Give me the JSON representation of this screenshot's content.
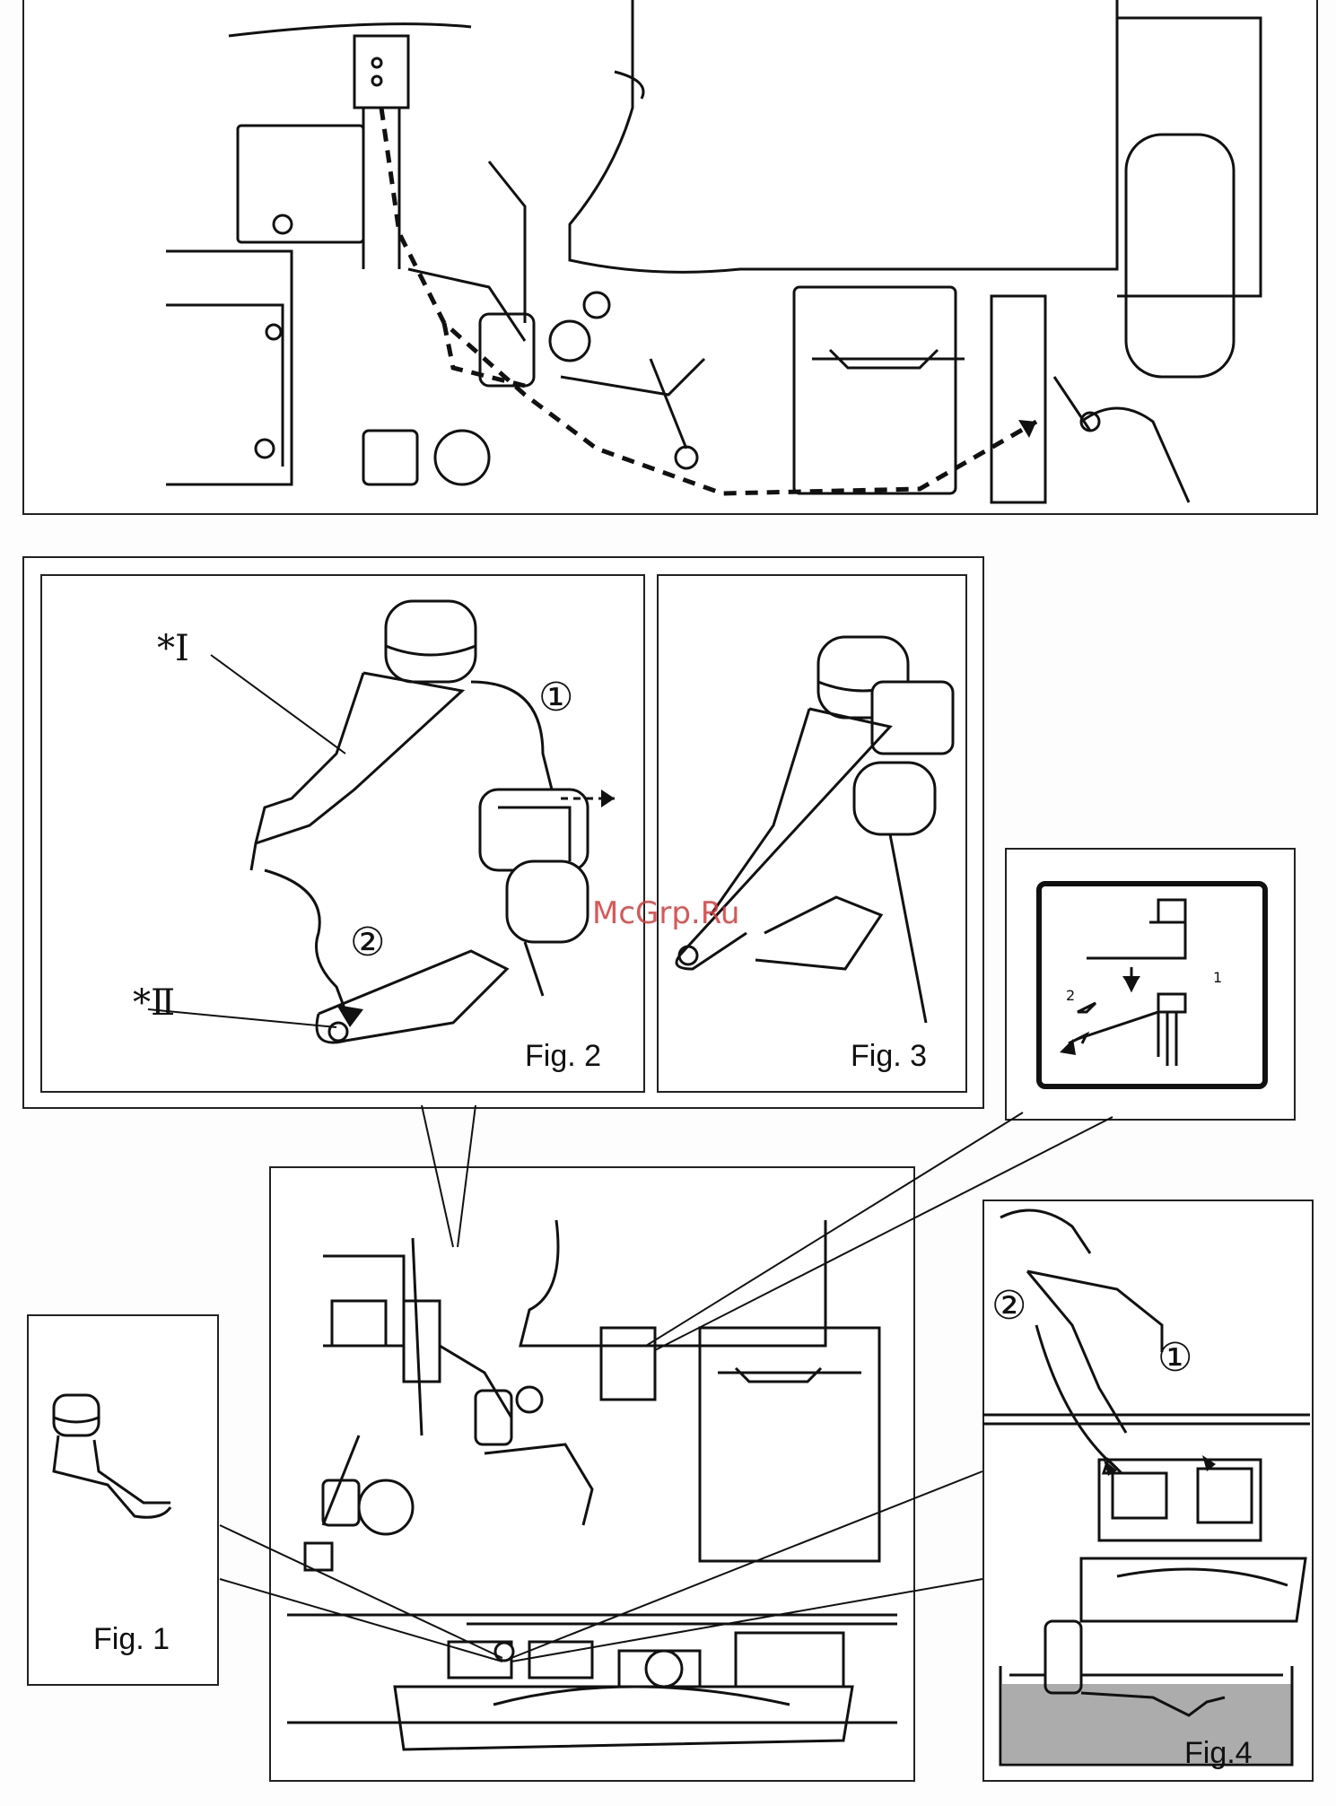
{
  "figures": {
    "fig1": "Fig. 1",
    "fig2": "Fig. 2",
    "fig3": "Fig. 3",
    "fig4": "Fig.4"
  },
  "markers": {
    "star1": "*Ⅰ",
    "star2": "*Ⅱ"
  },
  "steps": {
    "fig2_step1": "①",
    "fig2_step2": "②",
    "fig4_step1": "①",
    "fig4_step2": "②"
  },
  "inset": {
    "step1": "1",
    "step2": "2"
  },
  "watermark": "McGrp.Ru"
}
